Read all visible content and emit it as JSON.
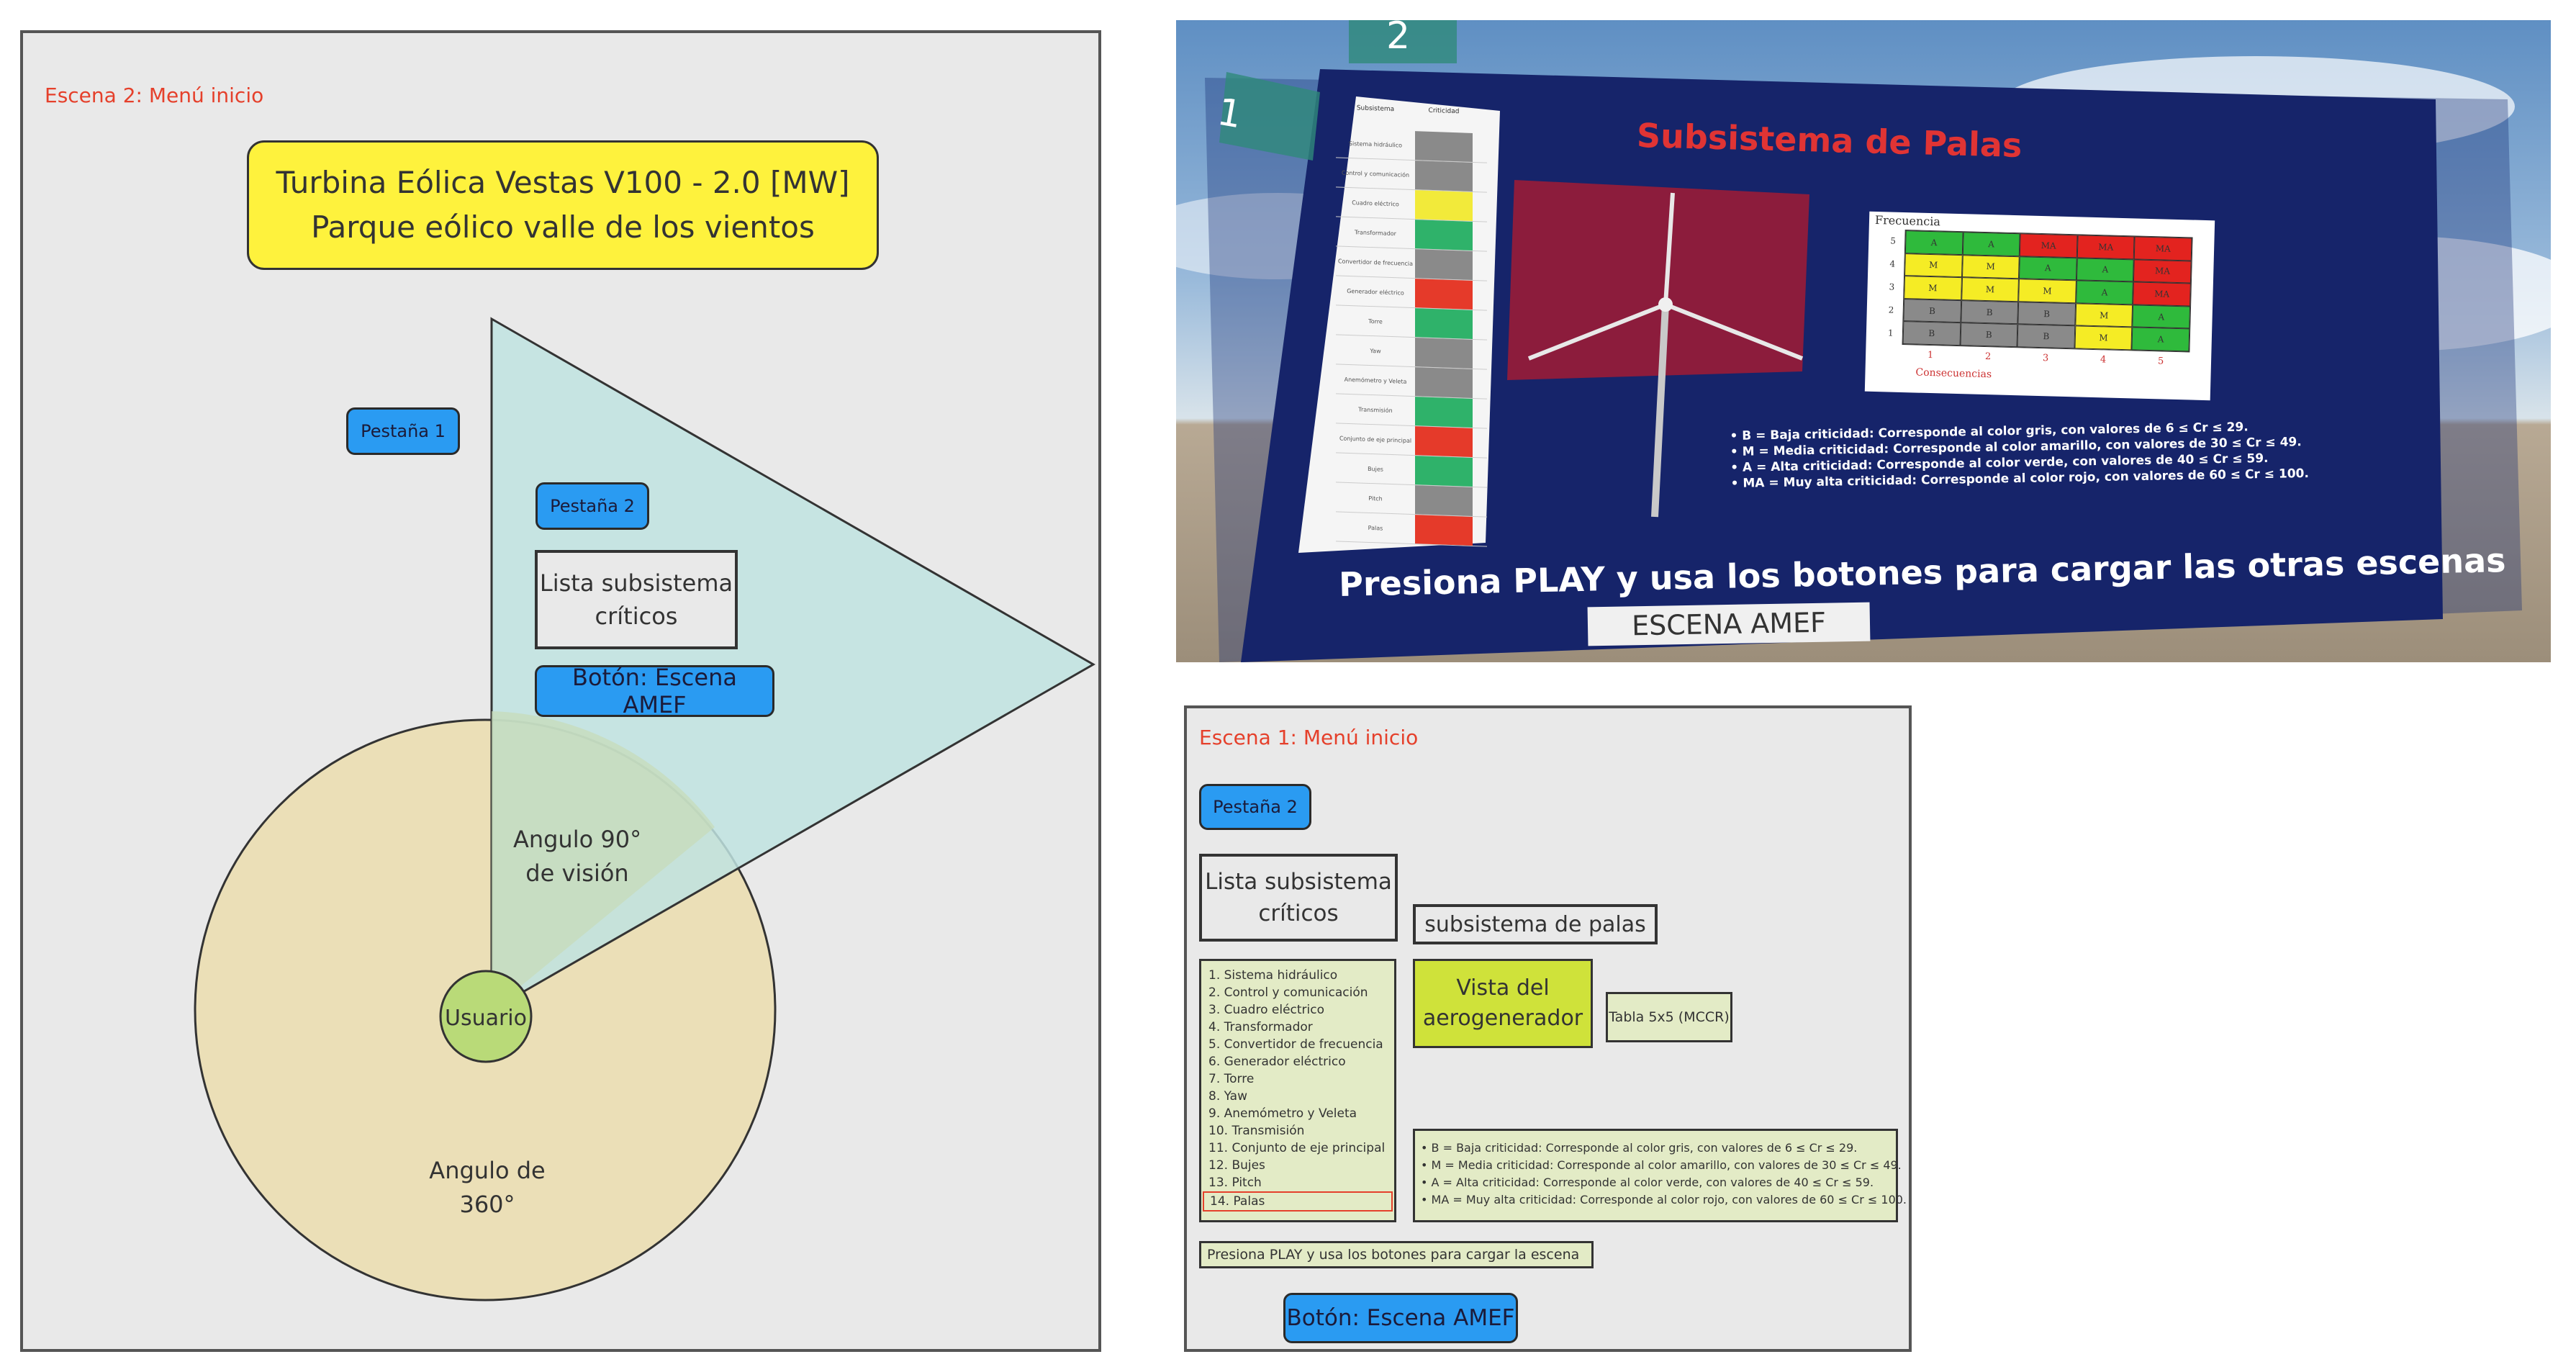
{
  "escena2": {
    "title": "Escena 2: Menú inicio",
    "turbina_line1": "Turbina Eólica Vestas V100 - 2.0 [MW]",
    "turbina_line2": "Parque eólico valle de los vientos",
    "pestana1": "Pestaña 1",
    "pestana2": "Pestaña 2",
    "lista_line1": "Lista subsistema",
    "lista_line2": "críticos",
    "boton_amef": "Botón: Escena AMEF",
    "angulo90_line1": "Angulo 90°",
    "angulo90_line2": "de visión",
    "usuario": "Usuario",
    "angulo360_line1": "Angulo de",
    "angulo360_line2": "360°"
  },
  "screenshot": {
    "tab1": "1",
    "tab2": "2",
    "heading": "Subsistema de Palas",
    "matrix_title": "Frecuencia",
    "matrix_xlabel": "Consecuencias",
    "matrix_rows": [
      {
        "freq": "5",
        "cells": [
          "A",
          "A",
          "MA",
          "MA",
          "MA"
        ]
      },
      {
        "freq": "4",
        "cells": [
          "M",
          "M",
          "A",
          "A",
          "MA"
        ]
      },
      {
        "freq": "3",
        "cells": [
          "M",
          "M",
          "M",
          "A",
          "MA"
        ]
      },
      {
        "freq": "2",
        "cells": [
          "B",
          "B",
          "B",
          "M",
          "A"
        ]
      },
      {
        "freq": "1",
        "cells": [
          "B",
          "B",
          "B",
          "M",
          "A"
        ]
      }
    ],
    "matrix_cols": [
      "1",
      "2",
      "3",
      "4",
      "5"
    ],
    "legend": [
      "B = Baja criticidad: Corresponde al color gris, con valores de 6 ≤ Cr ≤ 29.",
      "M = Media criticidad: Corresponde al color amarillo, con valores de 30 ≤ Cr ≤ 49.",
      "A = Alta criticidad: Corresponde al color verde, con valores de 40 ≤ Cr ≤ 59.",
      "MA = Muy alta criticidad: Corresponde al color rojo, con valores de 60 ≤ Cr ≤ 100."
    ],
    "play_text": "Presiona PLAY y usa los botones para cargar las otras escenas",
    "amef_button": "ESCENA AMEF",
    "table_header_left": "Subsistema",
    "table_header_right": "Criticidad",
    "table_rows": [
      {
        "name": "Sistema hidráulico",
        "color": "#8a8a8a"
      },
      {
        "name": "Control y comunicación",
        "color": "#8a8a8a"
      },
      {
        "name": "Cuadro eléctrico",
        "color": "#f2ea3a"
      },
      {
        "name": "Transformador",
        "color": "#2fb26a"
      },
      {
        "name": "Convertidor de frecuencia",
        "color": "#8a8a8a"
      },
      {
        "name": "Generador eléctrico",
        "color": "#e53a2a"
      },
      {
        "name": "Torre",
        "color": "#2fb26a"
      },
      {
        "name": "Yaw",
        "color": "#8a8a8a"
      },
      {
        "name": "Anemómetro y Veleta",
        "color": "#8a8a8a"
      },
      {
        "name": "Transmisión",
        "color": "#2fb26a"
      },
      {
        "name": "Conjunto de eje principal",
        "color": "#e53a2a"
      },
      {
        "name": "Bujes",
        "color": "#2fb26a"
      },
      {
        "name": "Pitch",
        "color": "#8a8a8a"
      },
      {
        "name": "Palas",
        "color": "#e53a2a"
      }
    ]
  },
  "escena1": {
    "title": "Escena 1: Menú inicio",
    "pestana2": "Pestaña 2",
    "lista_line1": "Lista subsistema",
    "lista_line2": "críticos",
    "subsistema_palas": "subsistema de palas",
    "vista_line1": "Vista del",
    "vista_line2": "aerogenerador",
    "tabla": "Tabla 5x5 (MCCR)",
    "items": [
      "1. Sistema hidráulico",
      "2. Control y comunicación",
      "3.  Cuadro eléctrico",
      "4. Transformador",
      "5. Convertidor de frecuencia",
      "6. Generador eléctrico",
      "7. Torre",
      "8. Yaw",
      "9. Anemómetro y Veleta",
      "10. Transmisión",
      "11. Conjunto de eje principal",
      "12. Bujes",
      "13. Pitch",
      "14. Palas"
    ],
    "legend": [
      "• B = Baja criticidad: Corresponde al color gris, con valores de 6 ≤ Cr ≤ 29.",
      "• M = Media criticidad: Corresponde al color amarillo, con valores de 30 ≤ Cr ≤ 49.",
      "• A = Alta criticidad: Corresponde al color verde, con valores de 40 ≤ Cr ≤ 59.",
      "• MA = Muy alta criticidad: Corresponde al color rojo, con valores de 60 ≤ Cr ≤ 100."
    ],
    "presiona": "Presiona PLAY y usa los botones para cargar la escena",
    "boton_amef": "Botón: Escena AMEF"
  },
  "colors": {
    "frame_bg": "#e9e9e9",
    "blue_button": "#2a9bf2",
    "yellow_box": "#fef23d",
    "triangle": "#bfe3e1",
    "circle": "#ebdfb7",
    "user_circle": "#b9da78",
    "green_box": "#cfe23a",
    "matrix_gray": "#8a8a8a",
    "matrix_yellow": "#f5ec25",
    "matrix_green": "#2fba3c",
    "matrix_red": "#e3231f",
    "highlight_red": "#e5402b"
  }
}
